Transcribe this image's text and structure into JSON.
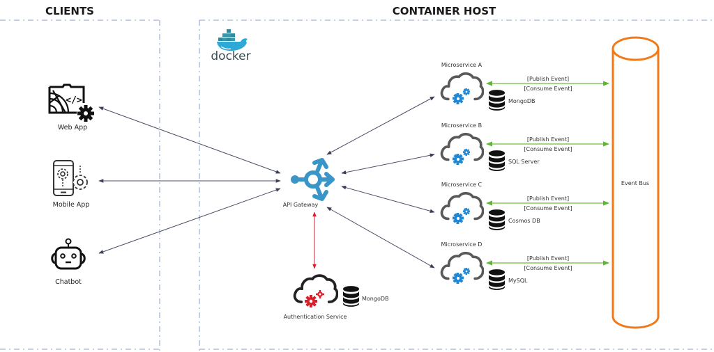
{
  "sections": {
    "clients_title": "CLIENTS",
    "container_host_title": "CONTAINER HOST"
  },
  "docker": {
    "label": "docker",
    "color": "#2496ed"
  },
  "clients": [
    {
      "label": "Web App",
      "icon": "web-app-icon"
    },
    {
      "label": "Mobile App",
      "icon": "mobile-app-icon"
    },
    {
      "label": "Chatbot",
      "icon": "chatbot-icon"
    }
  ],
  "gateway": {
    "label": "API Gateway",
    "icon": "api-gateway-icon",
    "color": "#3a96c8"
  },
  "auth": {
    "label": "Authentication Service",
    "db": "MongoDB",
    "accent": "#d9202a"
  },
  "microservices": [
    {
      "label": "Microservice A",
      "db": "MongoDB",
      "publish": "[Publish Event]",
      "consume": "[Consume Event]"
    },
    {
      "label": "Microservice B",
      "db": "SQL Server",
      "publish": "[Publish Event]",
      "consume": "[Consume Event]"
    },
    {
      "label": "Microservice C",
      "db": "Cosmos DB",
      "publish": "[Publish Event]",
      "consume": "[Consume Event]"
    },
    {
      "label": "Microservice D",
      "db": "MySQL",
      "publish": "[Publish Event]",
      "consume": "[Consume Event]"
    }
  ],
  "event_bus": {
    "label": "Event Bus",
    "color": "#f07a1a"
  },
  "colors": {
    "boundary": "#9fb3d9",
    "arrow": "#4a4f66",
    "event_arrow": "#6abf3a",
    "auth_arrow": "#d9202a",
    "gear_blue": "#1e88d6"
  }
}
